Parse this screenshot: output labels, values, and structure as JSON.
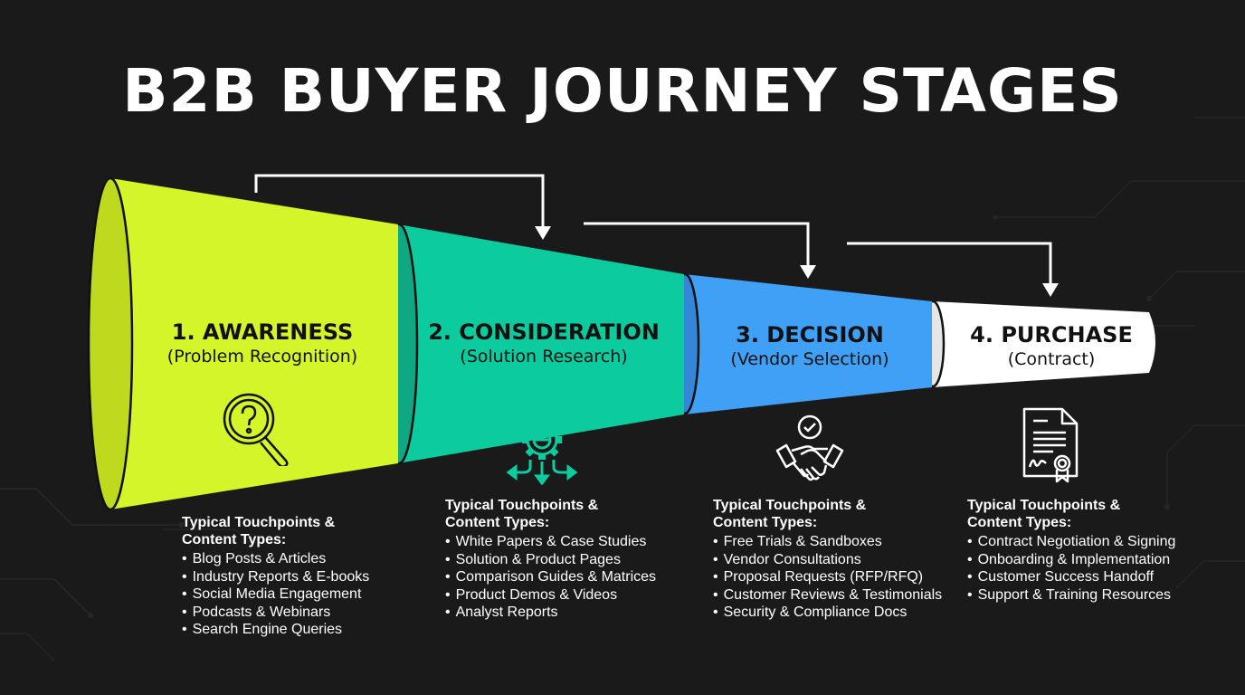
{
  "title": "B2B BUYER JOURNEY STAGES",
  "colors": {
    "background": "#1a1a1a",
    "awareness": "#d4f52a",
    "consideration": "#0ccb9e",
    "decision": "#3fa0f5",
    "purchase": "#ffffff"
  },
  "stages": [
    {
      "name": "1. AWARENESS",
      "subtitle": "(Problem Recognition)",
      "icon": "magnifier-question-icon",
      "touchpoints_header_1": "Typical Touchpoints &",
      "touchpoints_header_2": "Content Types:",
      "touchpoints": [
        "Blog Posts & Articles",
        "Industry Reports & E-books",
        "Social Media Engagement",
        "Podcasts & Webinars",
        "Search Engine Queries"
      ]
    },
    {
      "name": "2. CONSIDERATION",
      "subtitle": "(Solution Research)",
      "icon": "gear-arrows-icon",
      "touchpoints_header_1": "Typical Touchpoints &",
      "touchpoints_header_2": "Content Types:",
      "touchpoints": [
        "White Papers & Case Studies",
        "Solution & Product Pages",
        "Comparison Guides & Matrices",
        "Product Demos & Videos",
        "Analyst Reports"
      ]
    },
    {
      "name": "3. DECISION",
      "subtitle": "(Vendor Selection)",
      "icon": "handshake-check-icon",
      "touchpoints_header_1": "Typical Touchpoints &",
      "touchpoints_header_2": "Content Types:",
      "touchpoints": [
        "Free Trials & Sandboxes",
        "Vendor Consultations",
        "Proposal Requests (RFP/RFQ)",
        "Customer Reviews & Testimonials",
        "Security & Compliance Docs"
      ]
    },
    {
      "name": "4. PURCHASE",
      "subtitle": "(Contract)",
      "icon": "signed-contract-icon",
      "touchpoints_header_1": "Typical Touchpoints &",
      "touchpoints_header_2": "Content Types:",
      "touchpoints": [
        "Contract Negotiation & Signing",
        "Onboarding & Implementation",
        "Customer Success Handoff",
        "Support & Training Resources"
      ]
    }
  ]
}
